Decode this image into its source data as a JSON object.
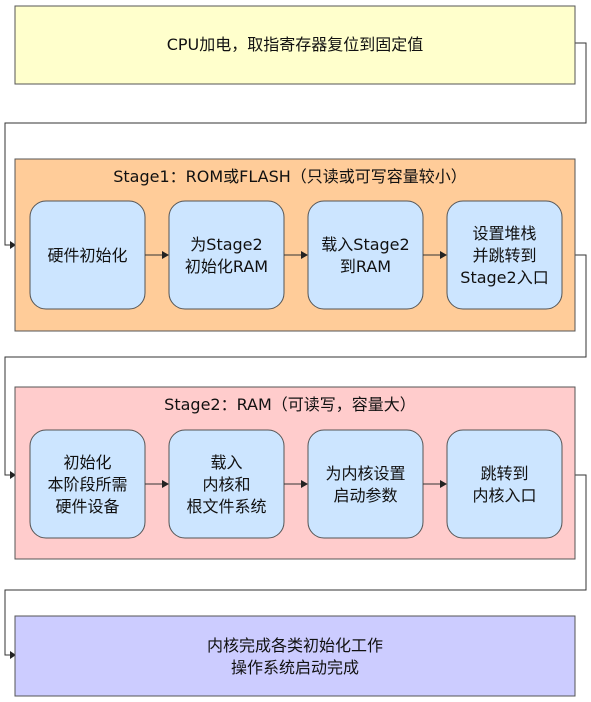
{
  "colors": {
    "top_fill": "#FFFFCC",
    "stage1_fill": "#FFCC99",
    "stage2_fill": "#FFCCCC",
    "bottom_fill": "#CCCCFF",
    "step_fill": "#CCE5FF",
    "border": "#555555"
  },
  "top_box": {
    "lines": [
      "CPU加电，取指寄存器复位到固定值"
    ]
  },
  "stage1": {
    "title": "Stage1：ROM或FLASH（只读或可写容量较小）",
    "steps": [
      {
        "lines": [
          "硬件初始化"
        ]
      },
      {
        "lines": [
          "为Stage2",
          "初始化RAM"
        ]
      },
      {
        "lines": [
          "载入Stage2",
          "到RAM"
        ]
      },
      {
        "lines": [
          "设置堆栈",
          "并跳转到",
          "Stage2入口"
        ]
      }
    ]
  },
  "stage2": {
    "title": "Stage2：RAM（可读写，容量大）",
    "steps": [
      {
        "lines": [
          "初始化",
          "本阶段所需",
          "硬件设备"
        ]
      },
      {
        "lines": [
          "载入",
          "内核和",
          "根文件系统"
        ]
      },
      {
        "lines": [
          "为内核设置",
          "启动参数"
        ]
      },
      {
        "lines": [
          "跳转到",
          "内核入口"
        ]
      }
    ]
  },
  "bottom_box": {
    "lines": [
      "内核完成各类初始化工作",
      "操作系统启动完成"
    ]
  }
}
